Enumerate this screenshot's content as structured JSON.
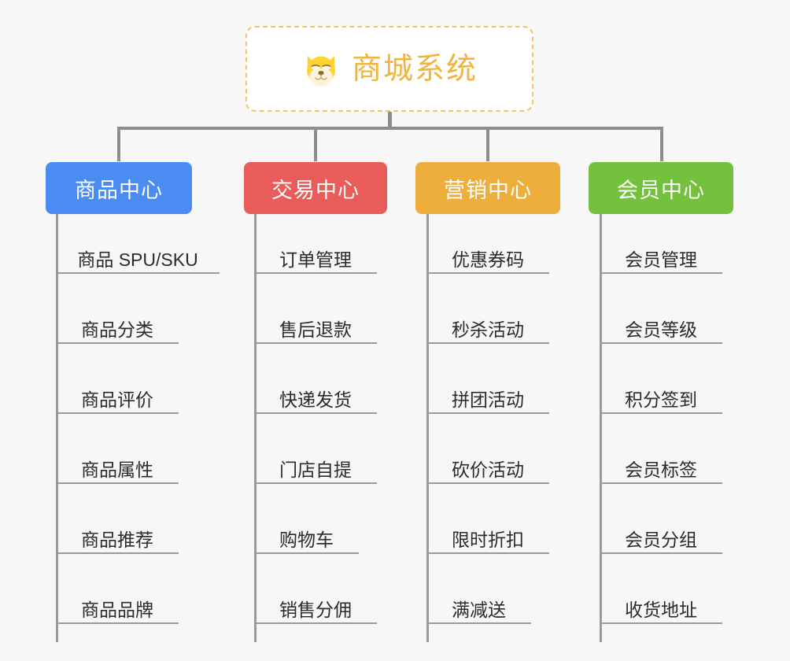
{
  "diagram": {
    "background_color": "#f7f7f7",
    "connector_color": "#8d8d8d",
    "root": {
      "title": "商城系统",
      "icon": "shiba-dog-icon",
      "text_color": "#f1b43c",
      "border_color": "#f5c265",
      "background_color": "#ffffff"
    },
    "columns": [
      {
        "key": "product-center",
        "label": "商品中心",
        "color": "#4a8cf2",
        "items": [
          "商品 SPU/SKU",
          "商品分类",
          "商品评价",
          "商品属性",
          "商品推荐",
          "商品品牌"
        ]
      },
      {
        "key": "trade-center",
        "label": "交易中心",
        "color": "#e85d59",
        "items": [
          "订单管理",
          "售后退款",
          "快递发货",
          "门店自提",
          "购物车",
          "销售分佣"
        ]
      },
      {
        "key": "marketing-center",
        "label": "营销中心",
        "color": "#eeae3c",
        "items": [
          "优惠券码",
          "秒杀活动",
          "拼团活动",
          "砍价活动",
          "限时折扣",
          "满减送"
        ]
      },
      {
        "key": "member-center",
        "label": "会员中心",
        "color": "#73c13d",
        "items": [
          "会员管理",
          "会员等级",
          "积分签到",
          "会员标签",
          "会员分组",
          "收货地址"
        ]
      }
    ]
  }
}
